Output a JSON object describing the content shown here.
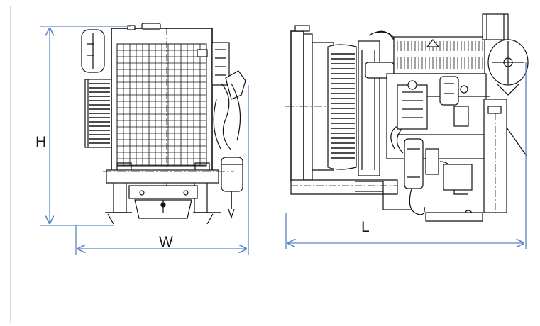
{
  "figure": {
    "colors": {
      "dimension_line": "#5b86c7",
      "line_art": "#111111",
      "background": "#ffffff"
    },
    "dimensions": {
      "height_label": "H",
      "width_label": "W",
      "length_label": "L"
    },
    "views": [
      "front-view",
      "side-view"
    ]
  }
}
